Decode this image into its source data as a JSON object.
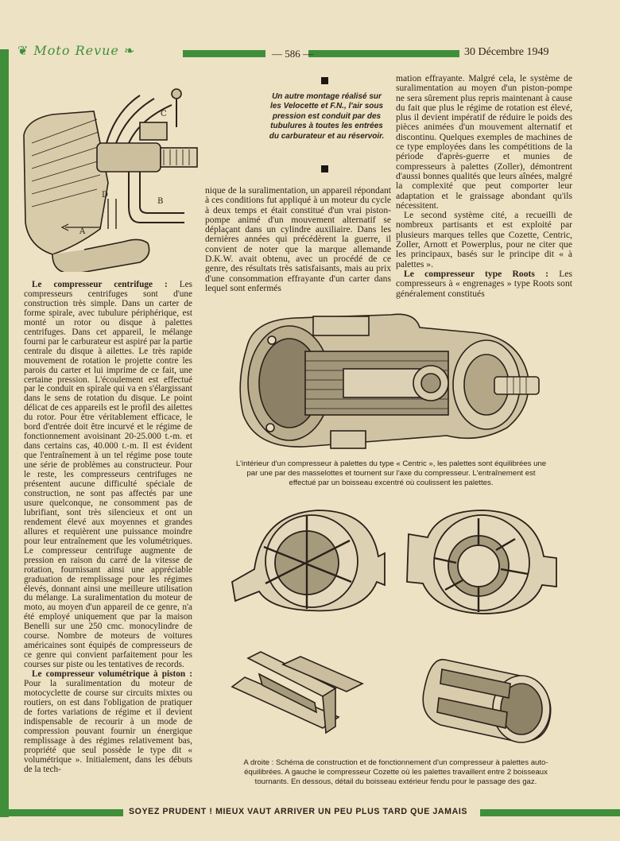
{
  "header": {
    "logo": "Moto Revue",
    "page_number": "— 586 —",
    "date": "30 Décembre 1949"
  },
  "caption_top": "Un autre montage réalisé sur les Velocette et F.N., l'air sous pression est conduit par des tubulures à toutes les entrées du carburateur et au réservoir.",
  "left_column": {
    "p1_heading": "Le compresseur centrifuge :",
    "p1_text": " Les compresseurs centrifuges sont d'une construction très simple. Dans un carter de forme spirale, avec tubulure périphérique, est monté un rotor ou disque à palettes centrifuges. Dans cet appareil, le mélange fourni par le carburateur est aspiré par la partie centrale du disque à ailettes. Le très rapide mouvement de rotation le projette contre les parois du carter et lui imprime de ce fait, une certaine pression. L'écoulement est effectué par le conduit en spirale qui va en s'élargissant dans le sens de rotation du disque. Le point délicat de ces appareils est le profil des ailettes du rotor. Pour être véritablement efficace, le bord d'entrée doit être incurvé et le régime de fonctionnement avoisinant 20-25.000 t.-m. et dans certains cas, 40.000 t.-m. Il est évident que l'entraînement à un tel régime pose toute une série de problèmes au constructeur. Pour le reste, les compresseurs centrifuges ne présentent aucune difficulté spéciale de construction, ne sont pas affectés par une usure quelconque, ne consomment pas de lubrifiant, sont très silencieux et ont un rendement élevé aux moyennes et grandes allures et requièrent une puissance moindre pour leur entraînement que les volumétriques. Le compresseur centrifuge augmente de pression en raison du carré de la vitesse de rotation, fournissant ainsi une appréciable graduation de remplissage pour les régimes élevés, donnant ainsi une meilleure utilisation du mélange. La suralimentation du moteur de moto, au moyen d'un appareil de ce genre, n'a été employé uniquement que par la maison Benelli sur une 250 cmc. monocylindre de course. Nombre de moteurs de voitures américaines sont équipés de compresseurs de ce genre qui convient parfaitement pour les courses sur piste ou les tentatives de records.",
    "p2_heading": "Le compresseur volumétrique à piston :",
    "p2_text": " Pour la suralimentation du moteur de motocyclette de course sur circuits mixtes ou routiers, on est dans l'obligation de pratiquer de fortes variations de régime et il devient indispensable de recourir à un mode de compression pouvant fournir un énergique remplissage à des régimes relativement bas, propriété que seul possède le type dit « volumétrique ». Initialement, dans les débuts de la tech-"
  },
  "middle_column": {
    "text": "nique de la suralimentation, un appareil répondant à ces conditions fut appliqué à un moteur du cycle à deux temps et était constitué d'un vrai piston-pompe animé d'un mouvement alternatif se déplaçant dans un cylindre auxiliaire. Dans les dernières années qui précédèrent la guerre, il convient de noter que la marque allemande D.K.W. avait obtenu, avec un procédé de ce genre, des résultats très satisfaisants, mais au prix d'une consommation effrayante d'un carter dans lequel sont enfermés"
  },
  "right_column": {
    "p1": "mation effrayante. Malgré cela, le système de suralimentation au moyen d'un piston-pompe ne sera sûrement plus repris maintenant à cause du fait que plus le régime de rotation est élevé, plus il devient impératif de réduire le poids des pièces animées d'un mouvement alternatif et discontinu. Quelques exemples de machines de ce type employées dans les compétitions de la période d'après-guerre et munies de compresseurs à palettes (Zoller), démontrent d'aussi bonnes qualités que leurs aînées, malgré la complexité que peut comporter leur adaptation et le graissage abondant qu'ils nécessitent.",
    "p2": "Le second système cité, a recueilli de nombreux partisants et est exploité par plusieurs marques telles que Cozette, Centric, Zoller, Arnott et Powerplus, pour ne citer que les principaux, basés sur le principe dit « à palettes ».",
    "p3_heading": "Le compresseur type Roots :",
    "p3_text": " Les compresseurs à « engrenages » type Roots sont généralement constitués"
  },
  "caption_centric": "L'intérieur d'un compresseur à palettes du type « Centric », les palettes sont équilibrées une par une par des masselottes et tournent sur l'axe du compresseur. L'entraînement est effectué par un boisseau excentré où coulissent les palettes.",
  "caption_bottom": "A droite : Schéma de construction et de fonctionnement d'un compresseur à palettes auto-équilibrées. A gauche le compresseur Cozette où les palettes travaillent entre 2 boisseaux tournants. En dessous, détail du boisseau extérieur fendu pour le passage des gaz.",
  "figure_labels": {
    "label_a": "A",
    "label_b": "B",
    "label_c": "C",
    "label_d": "D"
  },
  "footer": "SOYEZ PRUDENT ! MIEUX VAUT ARRIVER UN PEU PLUS TARD QUE JAMAIS",
  "colors": {
    "accent_green": "#3f8f3a",
    "paper": "#eee2c4",
    "ink": "#2a221a"
  }
}
